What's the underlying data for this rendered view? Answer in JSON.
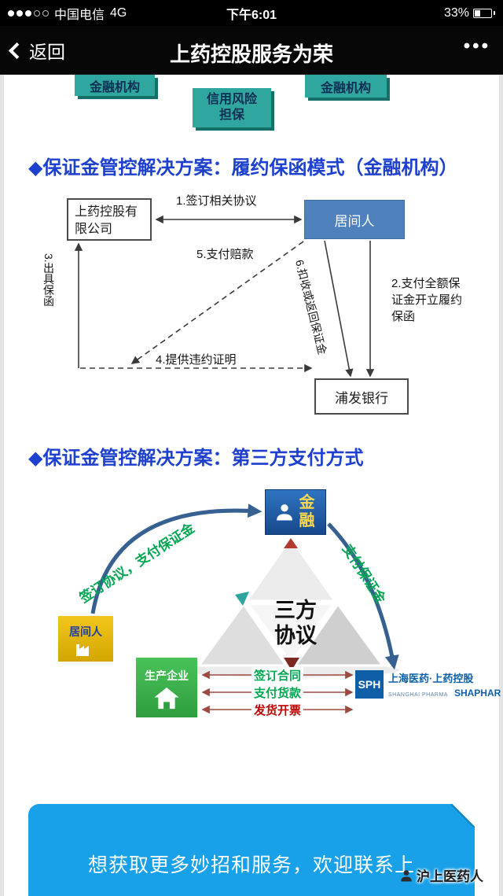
{
  "colors": {
    "heading-blue": "#1d40cf",
    "teal-fill": "#2fa69e",
    "teal-shadow": "#156f68",
    "broker-blue": "#4f81bd",
    "cta-blue": "#18a0e8",
    "yellow-box": "#e9bd0b",
    "green-box": "#3db54d",
    "sph-blue": "#0e5fa8",
    "label-green": "#00a651",
    "label-red": "#c00000"
  },
  "icons": {
    "signal": "signal-strength-3-of-5",
    "battery": "battery-33-percent",
    "back": "chevron-left",
    "more": "ellipsis-menu"
  },
  "status_bar": {
    "carrier": "中国电信",
    "network": "4G",
    "time": "下午6:01",
    "battery_percent": "33%"
  },
  "nav_bar": {
    "back_label": "返回",
    "title": "上药控股服务为荣",
    "more_label": "•••"
  },
  "top_fragment": {
    "left_box": "金融机构",
    "center_box": "信用风险担保",
    "right_box": "金融机构"
  },
  "section1": {
    "heading": "◆保证金管控解决方案：履约保函模式（金融机构）",
    "company_box": "上药控股有限公司",
    "broker_box": "居间人",
    "bank_box": "浦发银行",
    "label_1": "1.签订相关协议",
    "label_2": "2.支付全额保证金开立履约保函",
    "label_3": "3.出具保函",
    "label_4": "4.提供违约证明",
    "label_5": "5.支付赔款",
    "label_6": "6.扣收或返回保证金"
  },
  "section2": {
    "heading": "◆保证金管控解决方案：第三方支付方式",
    "pyramid_text": "三方协议",
    "finance_box": "金融",
    "broker_box": "居间人",
    "producer_box": "生产企业",
    "curve_label_left": "签订协议，支付保证金",
    "curve_label_right": "支付保证金",
    "flow_label_1": "签订合同",
    "flow_label_2": "支付货款",
    "flow_label_3": "发货开票",
    "logo_abbr": "SPH",
    "logo_name": "上海医药·上药控股",
    "logo_sub": "SHANGHAI PHARMA",
    "logo_tag": "SHAPHAR"
  },
  "footer": {
    "cta_text": "想获取更多妙招和服务，欢迎联系上",
    "watermark": "沪上医药人"
  }
}
